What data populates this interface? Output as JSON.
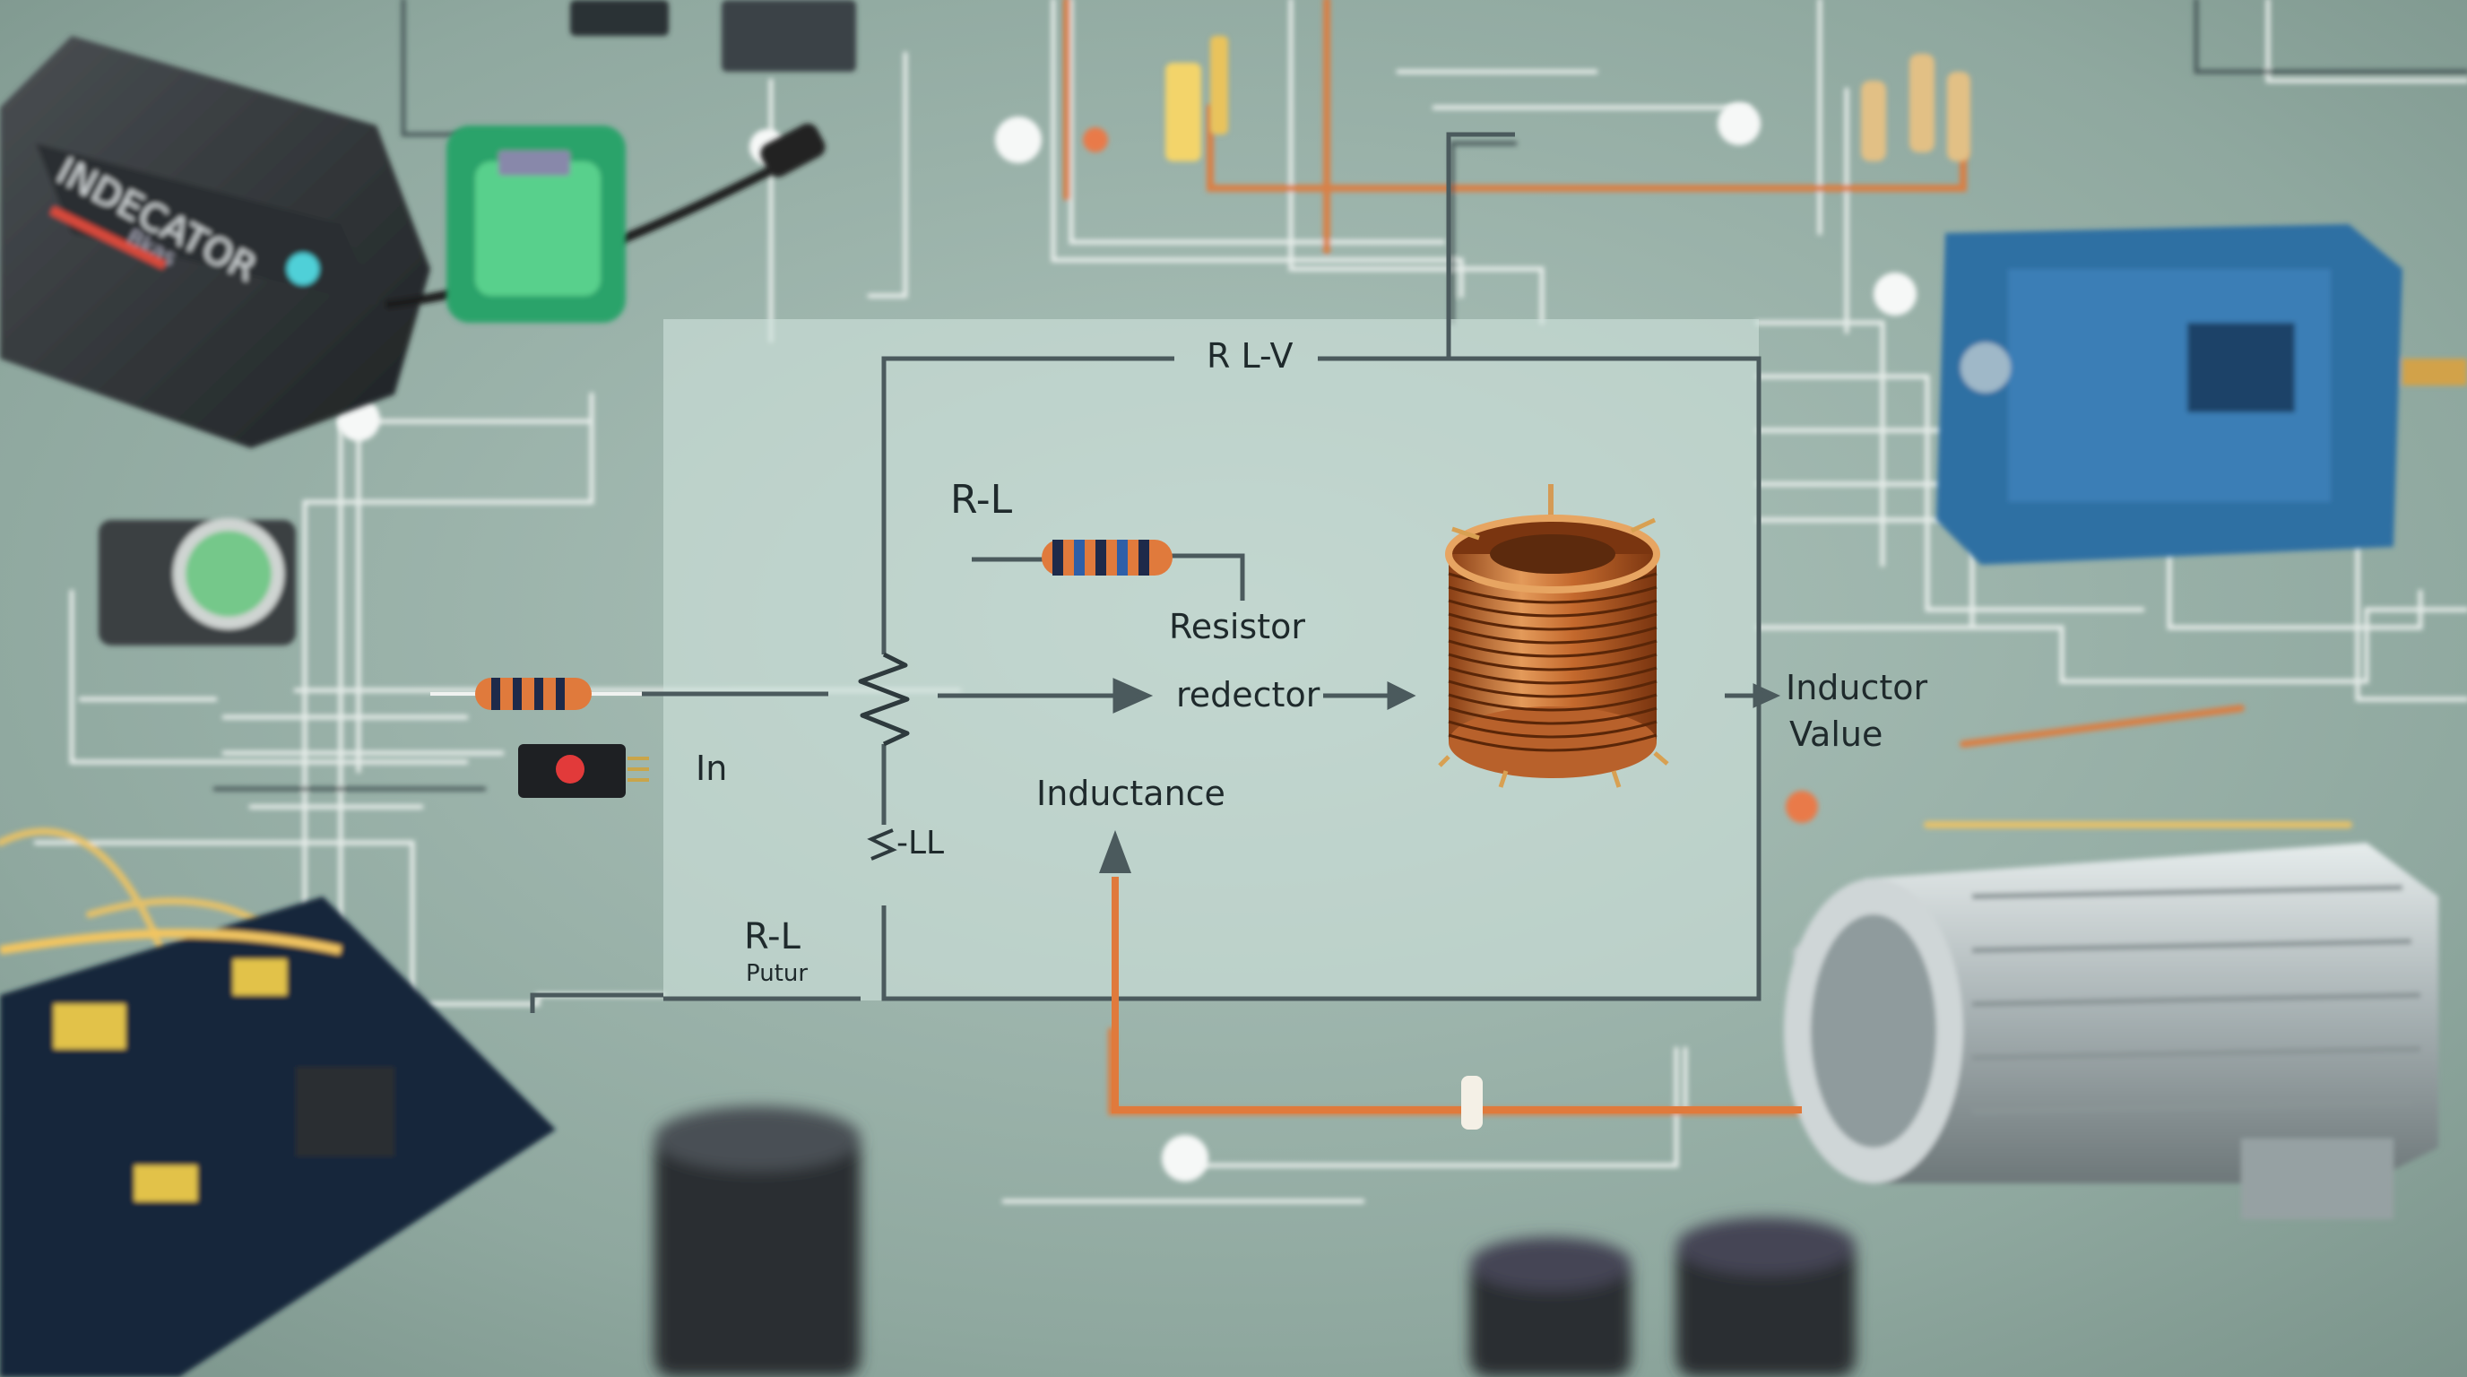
{
  "diagram": {
    "panel_title": "R L-V",
    "rl_title": "R-L",
    "resistor_label": "Resistor",
    "reductor_label": "redector",
    "inductance_label": "Inductance",
    "ll_label": "-LL",
    "in_label": "In",
    "rl_bottom": "R-L",
    "putur_label": "Putur",
    "inductor_value_line1": "Inductor",
    "inductor_value_line2": "Value"
  },
  "device": {
    "brand_text": "INDECATOR",
    "sub_text": "Bkas"
  },
  "colors": {
    "background": "#8aa59c",
    "panel": "#c8ddd6",
    "wire_orange": "#e07a3c",
    "wire_white": "#f4f7f5",
    "wire_dark": "#4b5a5d",
    "copper": "#c4692d"
  }
}
